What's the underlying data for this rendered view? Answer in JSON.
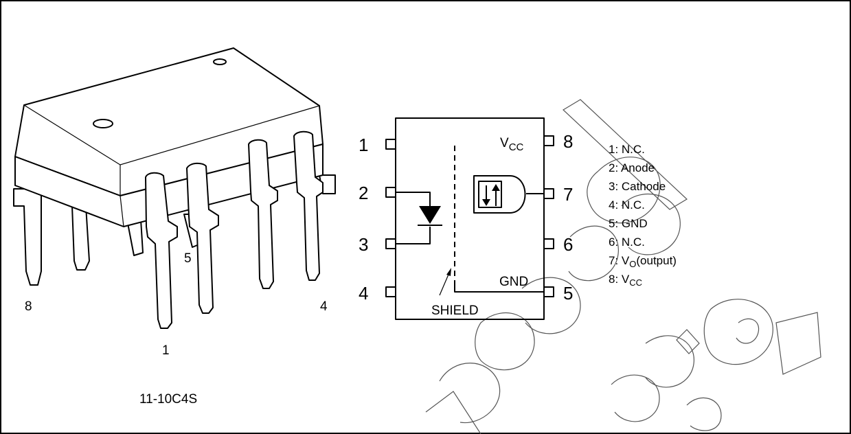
{
  "package_view": {
    "pin_labels": [
      "8",
      "5",
      "4",
      "1"
    ],
    "part_code": "11-10C4S"
  },
  "schematic": {
    "pin_numbers": [
      "1",
      "2",
      "3",
      "4",
      "8",
      "7",
      "6",
      "5"
    ],
    "vcc_label": {
      "base": "V",
      "sub": "CC"
    },
    "gnd_label": "GND",
    "shield_label": "SHIELD"
  },
  "pin_list": [
    {
      "prefix": "1: N.C.",
      "sub": "",
      "suffix": ""
    },
    {
      "prefix": "2: Anode",
      "sub": "",
      "suffix": ""
    },
    {
      "prefix": "3: Cathode",
      "sub": "",
      "suffix": ""
    },
    {
      "prefix": "4: N.C.",
      "sub": "",
      "suffix": ""
    },
    {
      "prefix": "5: GND",
      "sub": "",
      "suffix": ""
    },
    {
      "prefix": "6: N.C.",
      "sub": "",
      "suffix": ""
    },
    {
      "prefix": "7: V",
      "sub": "O",
      "suffix": "(output)"
    },
    {
      "prefix": "8: V",
      "sub": "CC",
      "suffix": ""
    }
  ]
}
